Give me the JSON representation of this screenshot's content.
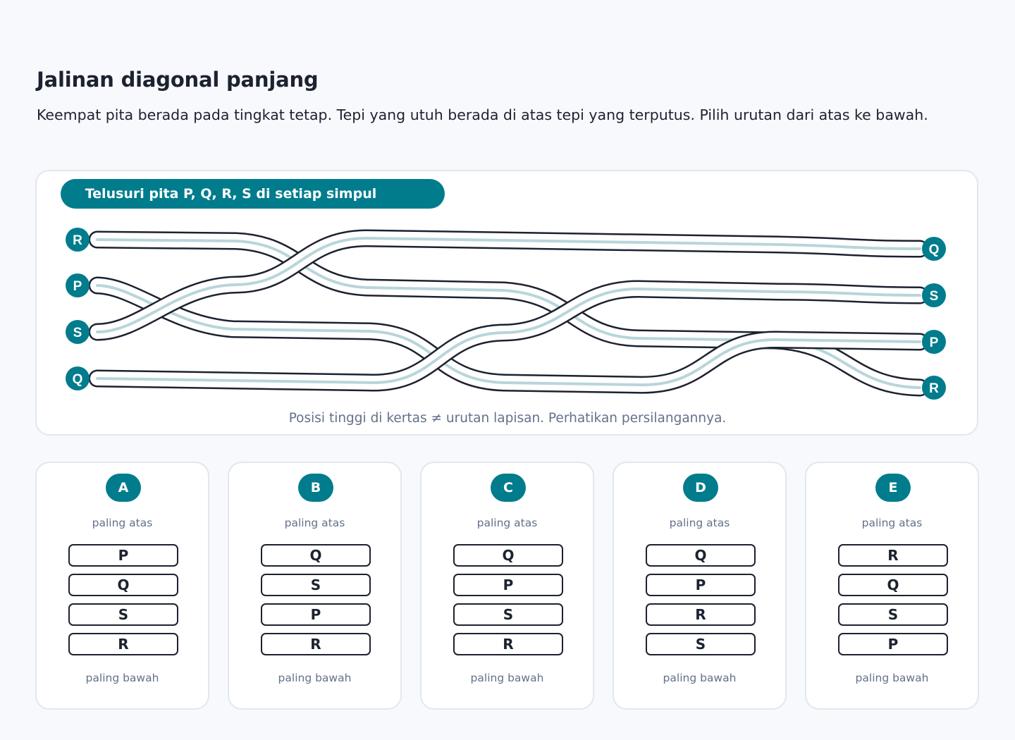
{
  "header": {
    "title": "Jalinan diagonal panjang",
    "instruction": "Keempat pita berada pada tingkat tetap. Tepi yang utuh berada di atas tepi yang terputus. Pilih urutan dari atas ke bawah."
  },
  "diagram": {
    "banner": "Telusuri pita P, Q, R, S di setiap simpul",
    "left_labels": [
      "R",
      "P",
      "S",
      "Q"
    ],
    "right_labels": [
      "Q",
      "S",
      "P",
      "R"
    ],
    "note": "Posisi tinggi di kertas ≠ urutan lapisan. Perhatikan persilangannya.",
    "colors": {
      "accent": "#007c8d",
      "ribbon_outline": "#1d2230",
      "ribbon_fill": "#ffffff",
      "ribbon_center": "#b9d5dc"
    }
  },
  "options": [
    {
      "letter": "A",
      "top_label": "paling atas",
      "bottom_label": "paling bawah",
      "order": [
        "P",
        "Q",
        "S",
        "R"
      ]
    },
    {
      "letter": "B",
      "top_label": "paling atas",
      "bottom_label": "paling bawah",
      "order": [
        "Q",
        "S",
        "P",
        "R"
      ]
    },
    {
      "letter": "C",
      "top_label": "paling atas",
      "bottom_label": "paling bawah",
      "order": [
        "Q",
        "P",
        "S",
        "R"
      ]
    },
    {
      "letter": "D",
      "top_label": "paling atas",
      "bottom_label": "paling bawah",
      "order": [
        "Q",
        "P",
        "R",
        "S"
      ]
    },
    {
      "letter": "E",
      "top_label": "paling atas",
      "bottom_label": "paling bawah",
      "order": [
        "R",
        "Q",
        "S",
        "P"
      ]
    }
  ]
}
